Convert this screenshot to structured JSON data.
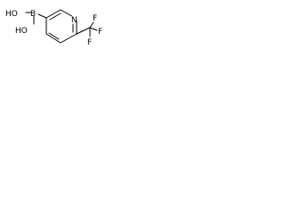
{
  "molecule": {
    "atoms": {
      "ring_nitrogen": "N",
      "boron": "B",
      "hydroxyl_upper": "HO",
      "hydroxyl_lower": "HO",
      "fluorine_top": "F",
      "fluorine_right": "F",
      "fluorine_bottom": "F"
    },
    "colors": {
      "bond": "#000000",
      "atom_label": "#000000",
      "background": "#ffffff"
    }
  }
}
